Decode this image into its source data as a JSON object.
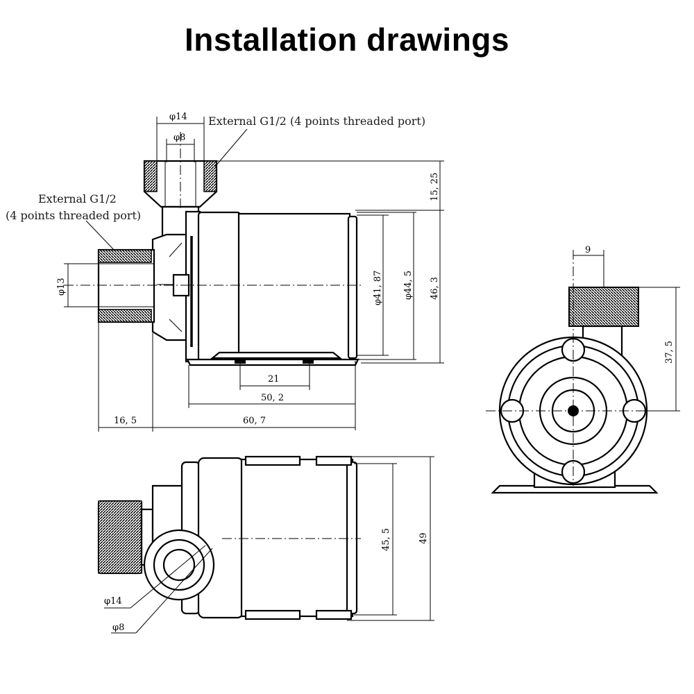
{
  "title": "Installation drawings",
  "callouts": {
    "outlet_port": "External G1/2 (4 points threaded port)",
    "inlet_port_line1": "External G1/2",
    "inlet_port_line2": "(4 points threaded port)"
  },
  "front_view": {
    "outlet_outer_dia": "φ14",
    "outlet_inner_dia": "φ8",
    "outlet_height": "15, 25",
    "inlet_dia": "φ13",
    "motor_dia_inner": "φ41, 87",
    "motor_dia_outer": "φ44, 5",
    "total_height": "46, 3",
    "base_hole_spacing": "21",
    "base_length": "50, 2",
    "inlet_length": "16, 5",
    "body_length": "60, 7"
  },
  "bottom_view": {
    "body_width": "45, 5",
    "total_width": "49",
    "outer_dia": "φ14",
    "inner_dia": "φ8"
  },
  "side_view": {
    "outlet_offset": "9",
    "outlet_height": "37, 5"
  }
}
